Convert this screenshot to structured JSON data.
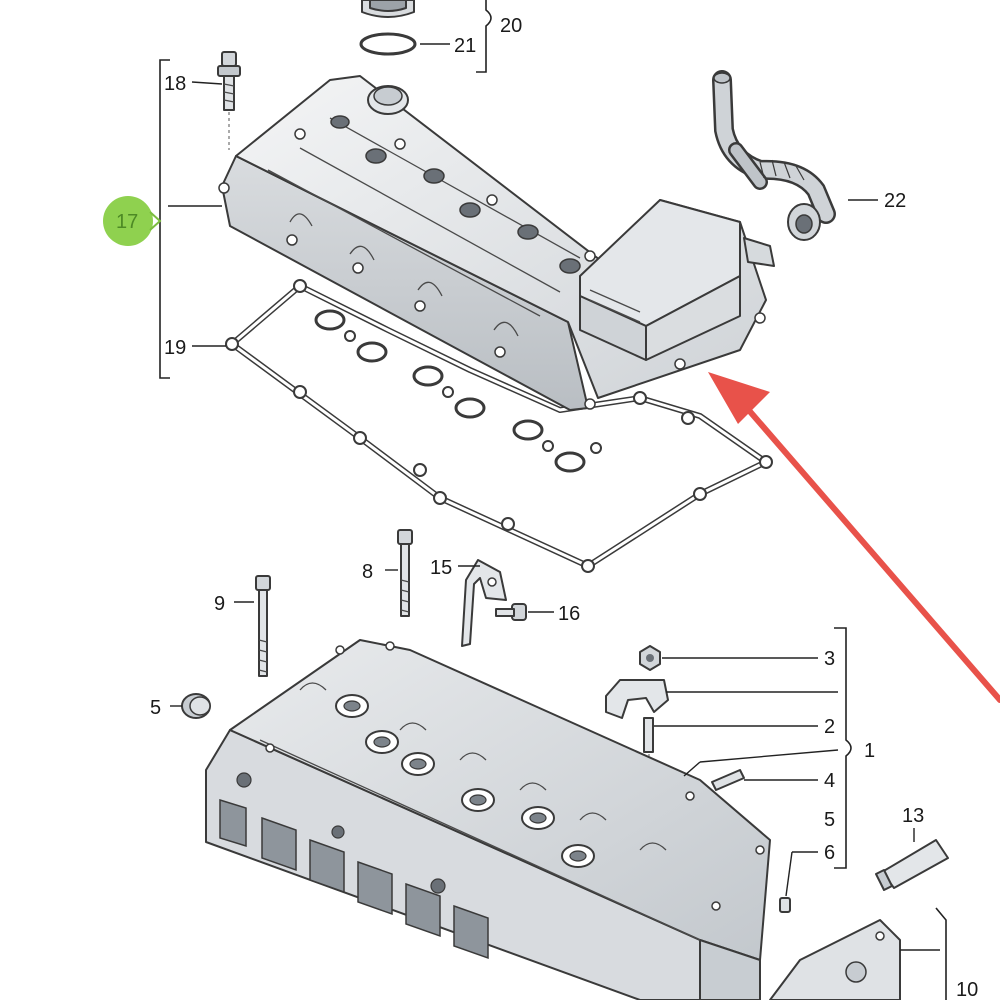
{
  "callouts": {
    "c1": "1",
    "c2": "2",
    "c3": "3",
    "c4": "4",
    "c5a": "5",
    "c5b": "5",
    "c6": "6",
    "c8": "8",
    "c9": "9",
    "c10": "10",
    "c13": "13",
    "c15": "15",
    "c16": "16",
    "c17": "17",
    "c18": "18",
    "c19": "19",
    "c20": "20",
    "c21": "21",
    "c22": "22"
  },
  "colors": {
    "highlight_badge": "#8fd14f",
    "arrow": "#e8524a",
    "metal_light": "#eceef0",
    "metal_mid": "#d2d6da",
    "metal_dark": "#b7bcc2",
    "line": "#3a3a3a"
  }
}
